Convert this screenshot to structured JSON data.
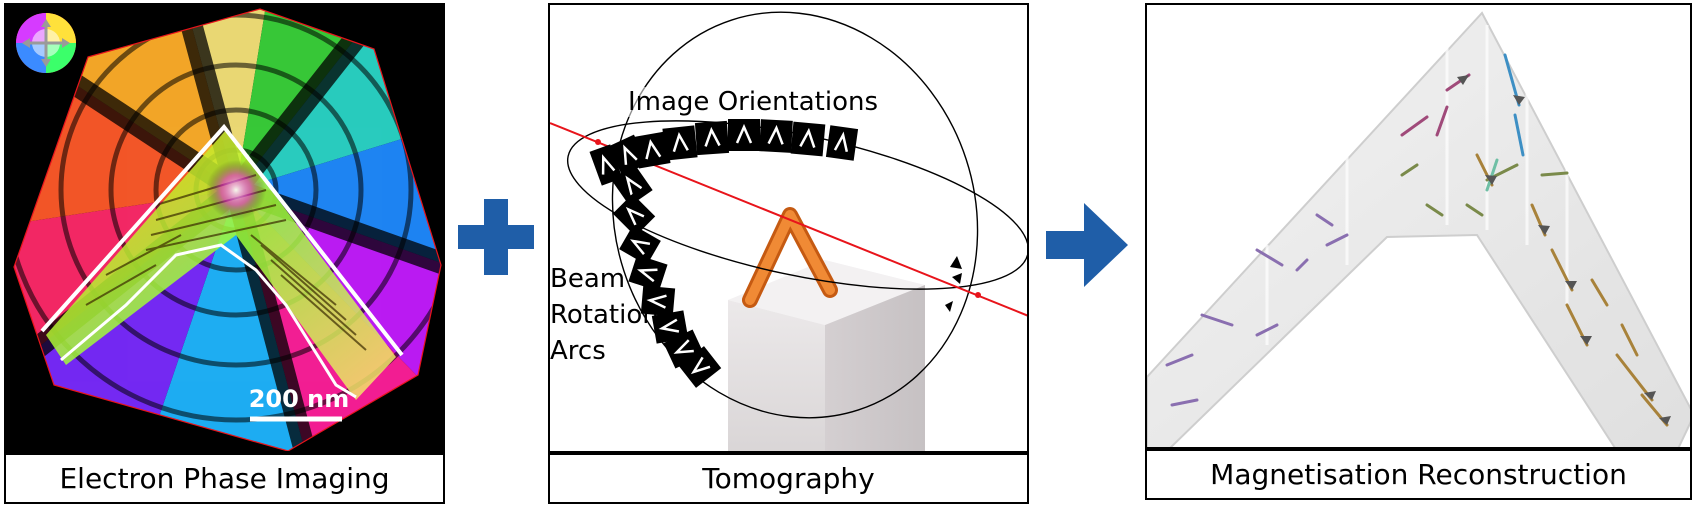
{
  "panels": [
    {
      "caption": "Electron Phase Imaging",
      "scale_bar_label": "200 nm",
      "icon": "color-wheel-icon"
    },
    {
      "caption": "Tomography",
      "orientations_label": "Image Orientations",
      "arcs_label_lines": [
        "Beam",
        "Rotation",
        "Arcs"
      ]
    },
    {
      "caption": "Magnetisation Reconstruction"
    }
  ],
  "connectors": [
    "plus-icon",
    "arrow-right-icon"
  ],
  "colors": {
    "connector": "#1f5ea8",
    "tilt_axis": "#e8141b",
    "rod": "#e0782a"
  }
}
